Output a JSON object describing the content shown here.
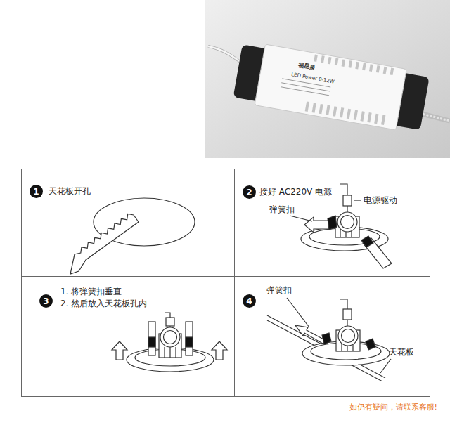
{
  "diagram": {
    "caption": "如仍有疑问，请联系客服!",
    "nodes": [
      {
        "text": [
          "天花板开孔"
        ]
      },
      {
        "text": [
          "1"
        ],
        "in": 0
      },
      {
        "text": [
          "接好 AC220V 电源"
        ]
      },
      {
        "text": [
          "2"
        ],
        "in": 2
      },
      {
        "text": [
          "1. 将弹簧扣垂直",
          "2. 然后放入天花板孔内"
        ]
      },
      {
        "text": [
          "3"
        ],
        "in": 4
      },
      {
        "text": [
          "弹簧扣"
        ]
      },
      {
        "text": [
          "4"
        ],
        "in": 6
      }
    ],
    "labels": [
      "弹簧扣",
      "电源驱动",
      "天花板",
      "福星泉",
      "LED Power 8-12W"
    ]
  }
}
